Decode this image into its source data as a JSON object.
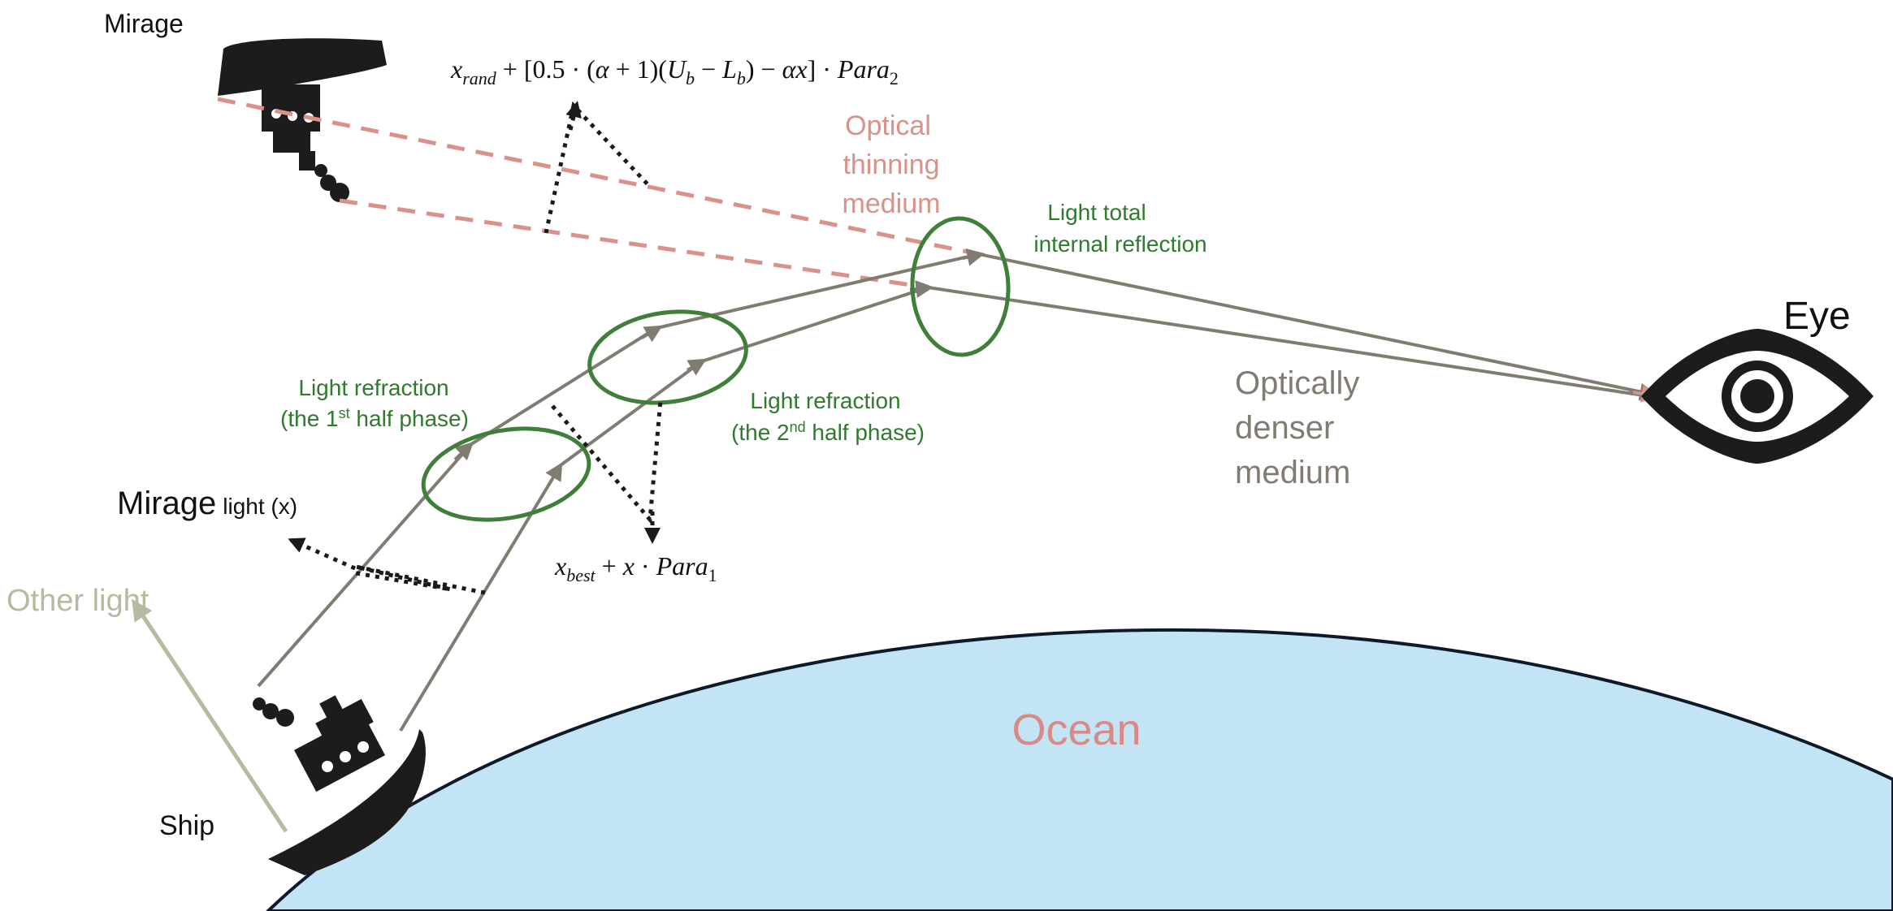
{
  "labels": {
    "mirage": "Mirage",
    "formula_top": "x_rand + [0.5 · (α + 1)(U_b − L_b) − αx] · Para_2",
    "formula_bottom": "x_best + x · Para_1",
    "optical_thinning_1": "Optical",
    "optical_thinning_2": "thinning",
    "optical_thinning_3": "medium",
    "total_reflection_1": "Light total",
    "total_reflection_2": "internal reflection",
    "eye": "Eye",
    "optically_denser_1": "Optically",
    "optically_denser_2": "denser",
    "optically_denser_3": "medium",
    "refraction_first_1": "Light refraction",
    "refraction_first_2a": "(the 1",
    "refraction_first_2b": "st",
    "refraction_first_2c": " half phase)",
    "refraction_second_1": "Light refraction",
    "refraction_second_2a": "(the 2",
    "refraction_second_2b": "nd",
    "refraction_second_2c": " half phase)",
    "mirage_light_main": "Mirage",
    "mirage_light_sub": "light (x)",
    "other_light": "Other light",
    "ocean": "Ocean",
    "ship": "Ship"
  },
  "colors": {
    "light_ray": "#807c72",
    "mirage_ray": "#d9918a",
    "refraction_ellipse": "#3f7f3a",
    "green_text": "#2f7a2f",
    "ocean_fill": "#c3e4f5",
    "ocean_stroke": "#0e1a2a",
    "ocean_text": "#d98a86",
    "other_light": "#b7b9a2",
    "silhouette": "#1c1c1c"
  }
}
